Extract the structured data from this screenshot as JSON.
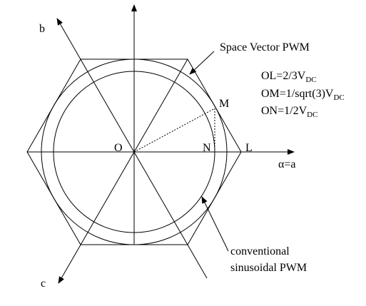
{
  "axes": {
    "b_label": "b",
    "c_label": "c",
    "a_label": "α=a"
  },
  "points": {
    "O": "O",
    "N": "N",
    "L": "L",
    "M": "M"
  },
  "annotations": {
    "svpwm": "Space Vector PWM",
    "conventional_line1": "conventional",
    "conventional_line2": "sinusoidal PWM"
  },
  "equations": {
    "ol_main": "OL=2/3V",
    "ol_sub": "DC",
    "om_main": "OM=1/sqrt(3)V",
    "om_sub": "DC",
    "on_main": "ON=1/2V",
    "on_sub": "DC"
  }
}
